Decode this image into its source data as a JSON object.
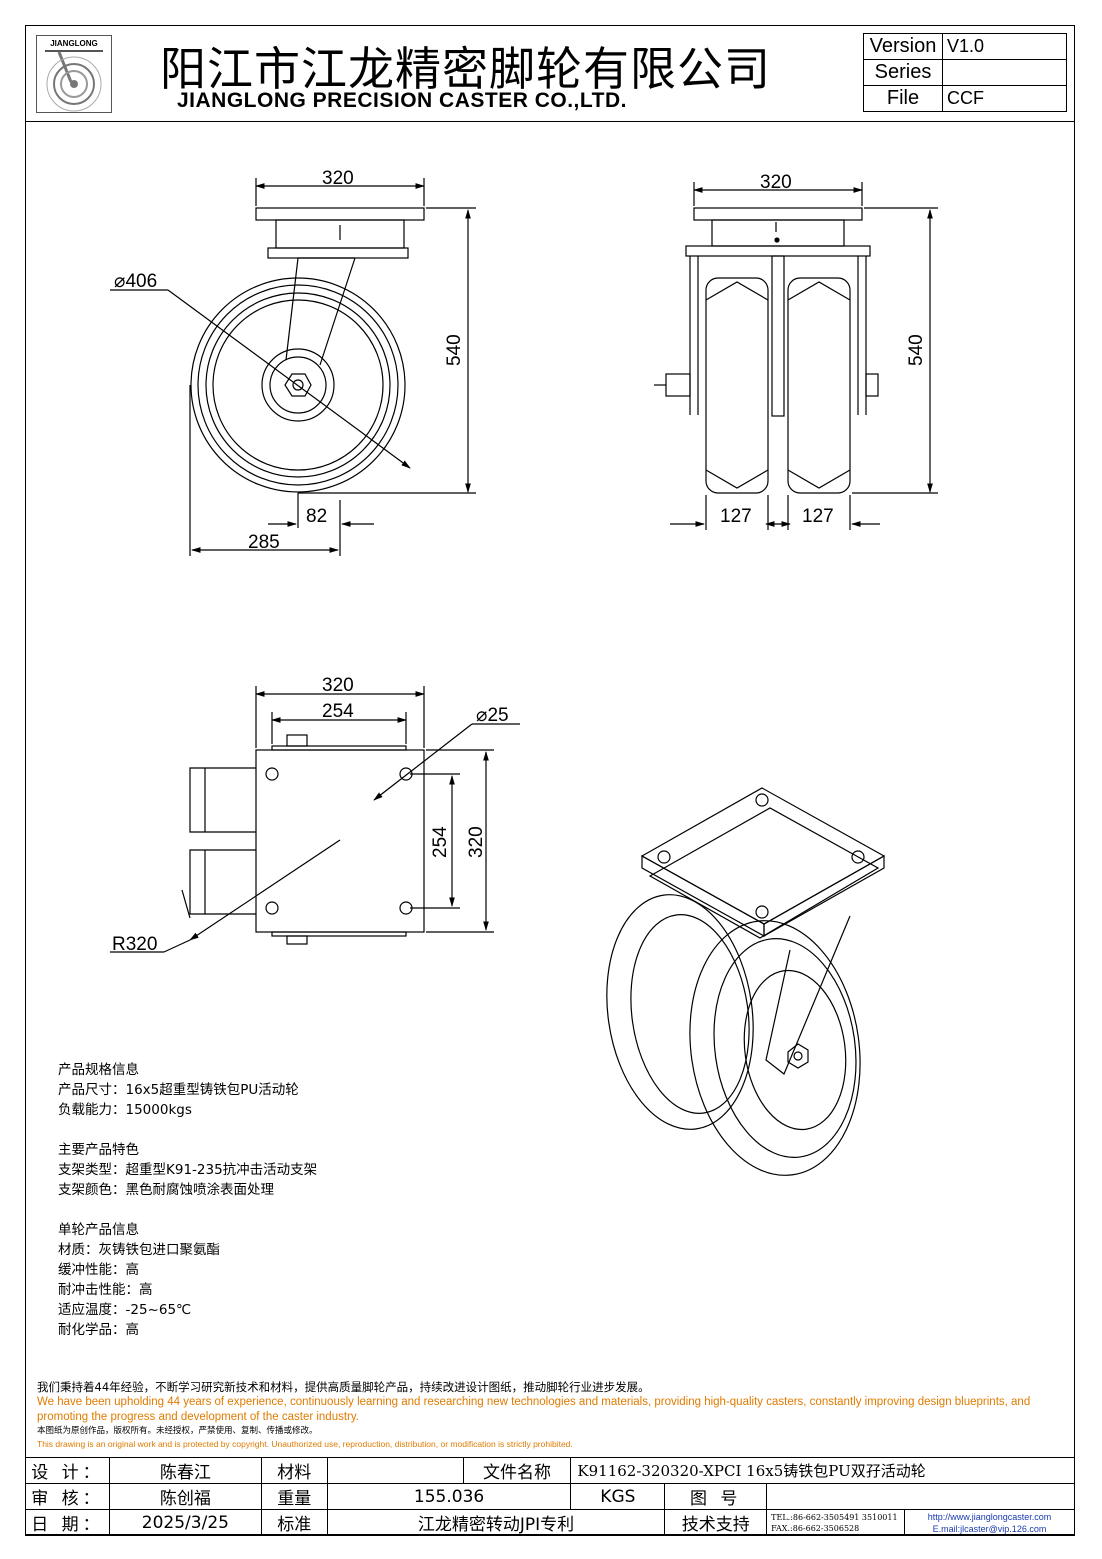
{
  "header": {
    "logo_text": "JIANGLONG",
    "company_cn": "阳江市江龙精密脚轮有限公司",
    "company_en": "JIANGLONG PRECISION CASTER CO.,LTD.",
    "version_label": "Version",
    "version_value": "V1.0",
    "series_label": "Series",
    "series_value": "",
    "file_label": "File",
    "file_value": "CCF"
  },
  "dimensions": {
    "front_width": "320",
    "front_diameter": "⌀406",
    "front_height": "540",
    "front_offset": "82",
    "front_swivel": "285",
    "side_width": "320",
    "side_height": "540",
    "side_wheel_left": "127",
    "side_wheel_right": "127",
    "top_plate": "320",
    "top_holes": "254",
    "top_hole_dia": "⌀25",
    "top_holes_v": "254",
    "top_plate_v": "320",
    "top_radius": "R320"
  },
  "specs": {
    "g1_title": "产品规格信息",
    "g1_l1": "产品尺寸：16x5超重型铸铁包PU活动轮",
    "g1_l2": "负载能力：15000kgs",
    "g2_title": "主要产品特色",
    "g2_l1": "支架类型：超重型K91-235抗冲击活动支架",
    "g2_l2": "支架颜色：黑色耐腐蚀喷涂表面处理",
    "g3_title": "单轮产品信息",
    "g3_l1": "材质：灰铸铁包进口聚氨酯",
    "g3_l2": "缓冲性能：高",
    "g3_l3": "耐冲击性能：高",
    "g3_l4": "适应温度：-25~65℃",
    "g3_l5": "耐化学品：高"
  },
  "notice": {
    "cn_line": "我们秉持着44年经验，不断学习研究新技术和材料，提供高质量脚轮产品，持续改进设计图纸，推动脚轮行业进步发展。",
    "en_line": "We have been upholding 44 years of experience, continuously learning and researching new technologies and materials, providing high-quality casters, constantly improving design blueprints, and promoting the progress and development of the caster industry.",
    "cn_copyright": "本图纸为原创作品，版权所有。未经授权，严禁使用、复制、传播或修改。",
    "en_copyright": "This drawing is an original work and is protected by copyright. Unauthorized use, reproduction, distribution, or modification is strictly prohibited."
  },
  "titleblock": {
    "design_label": "设 计：",
    "design_value": "陈春江",
    "material_label": "材料",
    "material_value": "",
    "filename_label": "文件名称",
    "filename_value": "K91162-320320-XPCI 16x5铸铁包PU双孖活动轮",
    "review_label": "审 核：",
    "review_value": "陈创福",
    "weight_label": "重量",
    "weight_value": "155.036",
    "weight_unit": "KGS",
    "drawing_no_label": "图 号",
    "drawing_no_value": "",
    "date_label": "日 期：",
    "date_value": "2025/3/25",
    "standard_label": "标准",
    "standard_value": "江龙精密转动JPI专利",
    "support_label": "技术支持",
    "tel": "TEL.:86-662-3505491 3510011",
    "fax": "FAX.:86-662-3506528",
    "web": "http://www.jianglongcaster.com",
    "email": "E.mail:jlcaster@vip.126.com"
  }
}
